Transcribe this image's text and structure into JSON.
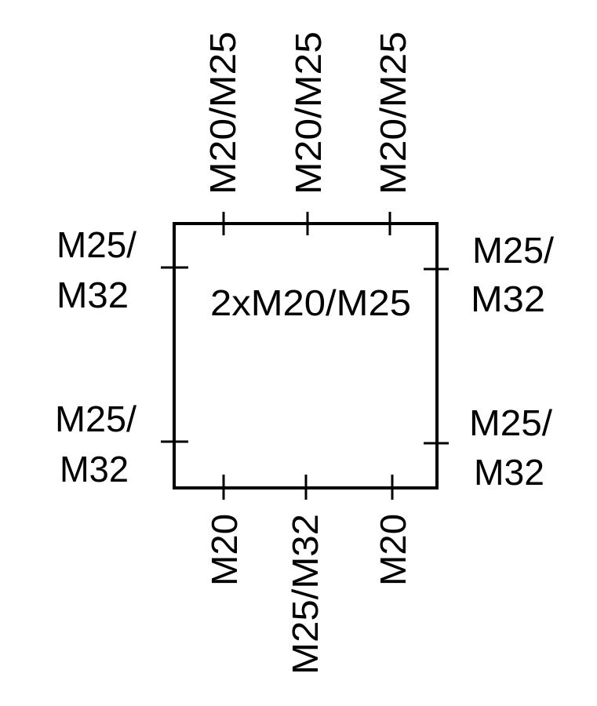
{
  "diagram": {
    "center_label": "2xM20/M25",
    "top_labels": [
      "M20/M25",
      "M20/M25",
      "M20/M25"
    ],
    "bottom_labels": [
      "M20",
      "M25/M32",
      "M20"
    ],
    "left_labels": [
      {
        "line1": "M25/",
        "line2": "M32"
      },
      {
        "line1": "M25/",
        "line2": "M32"
      }
    ],
    "right_labels": [
      {
        "line1": "M25/",
        "line2": "M32"
      },
      {
        "line1": "M25/",
        "line2": "M32"
      }
    ]
  }
}
